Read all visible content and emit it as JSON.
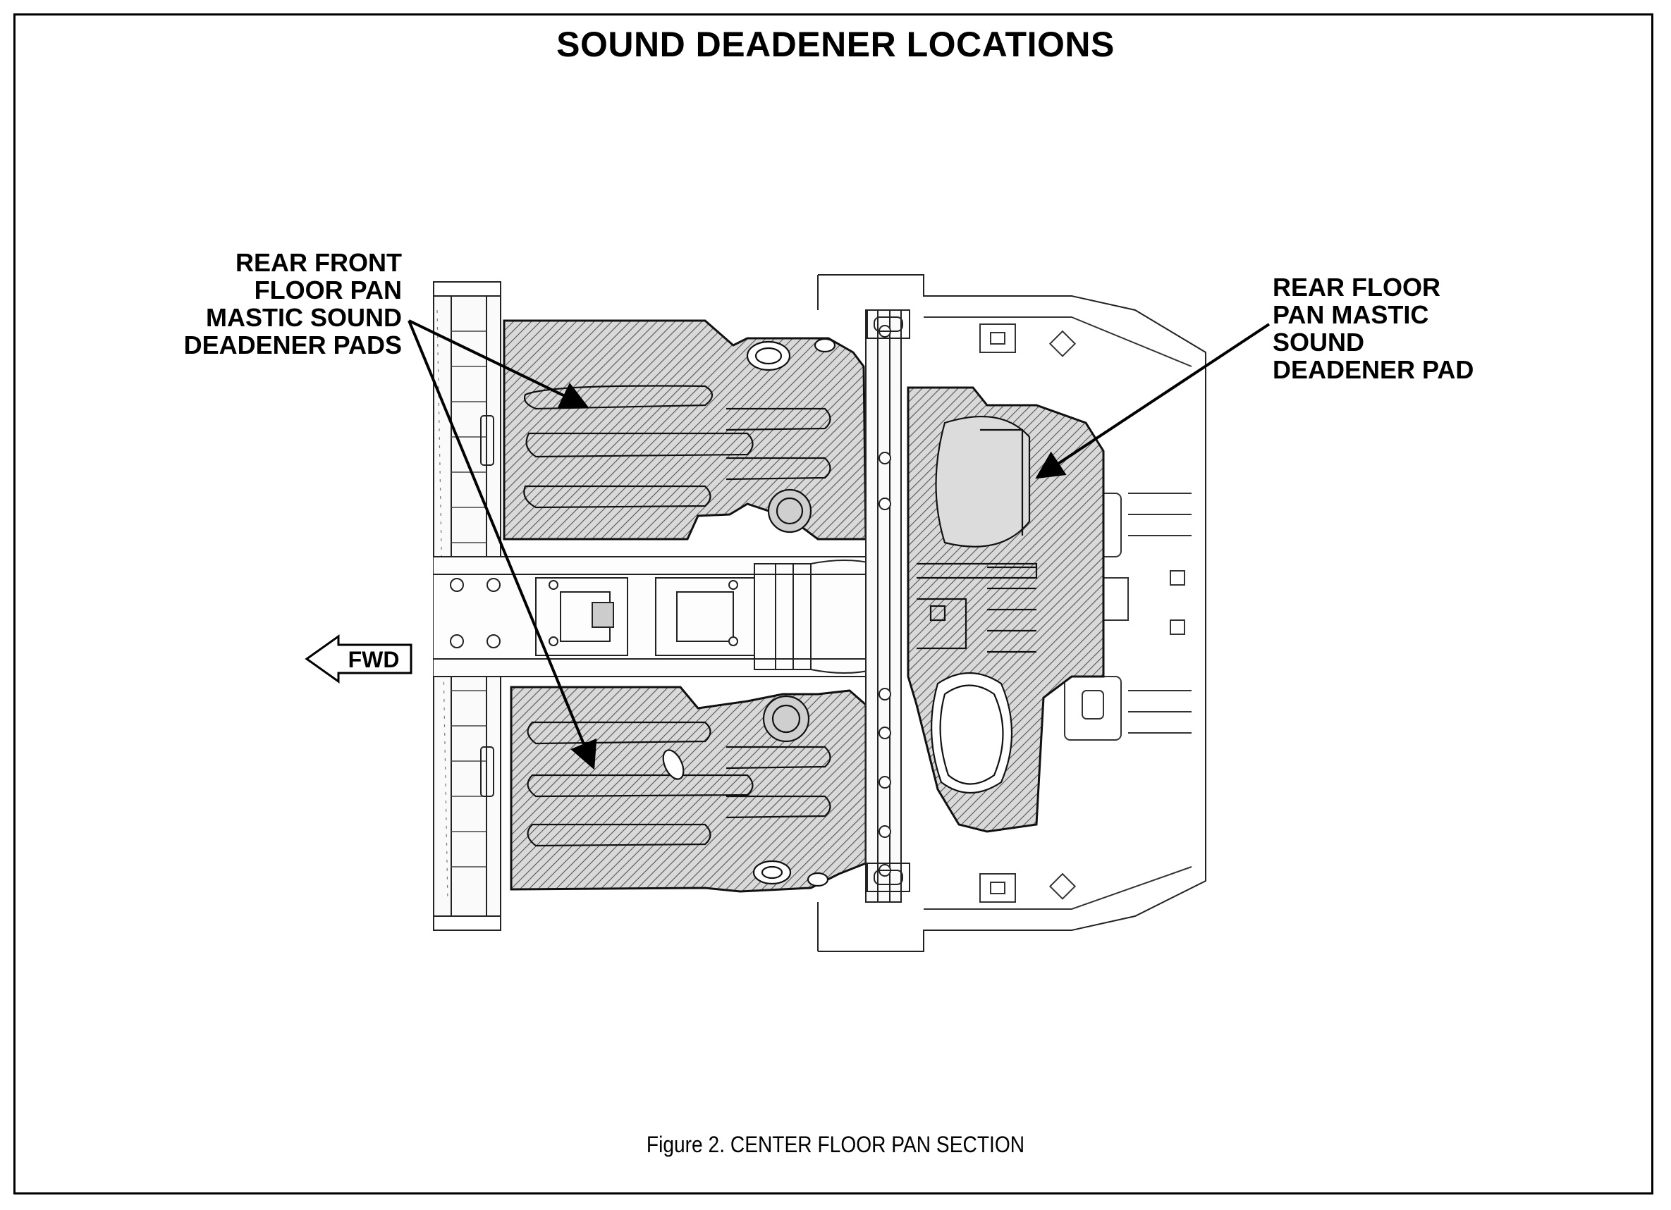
{
  "title": "SOUND DEADENER LOCATIONS",
  "callouts": {
    "left": {
      "lines": [
        "REAR FRONT",
        "FLOOR PAN",
        "MASTIC SOUND",
        "DEADENER PADS"
      ]
    },
    "right": {
      "lines": [
        "REAR FLOOR",
        "PAN MASTIC",
        "SOUND",
        "DEADENER PAD"
      ]
    }
  },
  "direction_arrow": {
    "label": "FWD"
  },
  "caption": "Figure 2.  CENTER FLOOR PAN SECTION"
}
